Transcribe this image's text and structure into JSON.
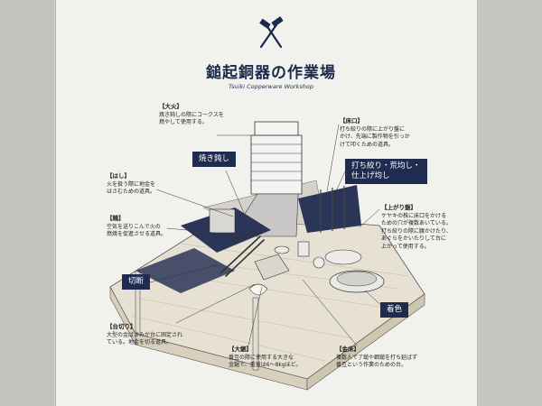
{
  "sign": {
    "title": "鎚起銅器の作業場",
    "subtitle": "Tsuiki Copperware Workshop",
    "logo_icon": "crossed-hammers-icon"
  },
  "labels": {
    "yakinamashi": "焼き鈍し",
    "uchishibori": "打ち絞り・荒均し・\n仕上げ均し",
    "setsudan": "切断",
    "chakushoku": "着色"
  },
  "annotations": {
    "ohi": {
      "head": "【大火】",
      "text": "焼き鈍しの際にコークスを\n燃やして使用する。"
    },
    "hashi": {
      "head": "【はし】",
      "text": "火を扱う際に地金を\nはさむための道具。"
    },
    "fuigo": {
      "head": "【鞴】",
      "text": "空気を送りこんで火の\n燃焼を促進させる道具。"
    },
    "daikiri": {
      "head": "【台切り】",
      "text": "大型の金ばさみが台に固定され\nている。地金を切る道具。"
    },
    "ookiri": {
      "head": "【大鋸】",
      "text": "番互の際に使用する大きな\n金鋸で、重量は6～8kgほど。"
    },
    "kanadoko": {
      "head": "【金床】",
      "text": "複数人で了鎚や鋼鎚を打ち延ばず\n番互という作業のための台。"
    },
    "tokoguchi": {
      "head": "【床口】",
      "text": "打ち絞りの際に上がり盤に\nかけ、先端に製作物を引っか\nけて叩くための道具。"
    },
    "agariban": {
      "head": "【上がり盤】",
      "text": "ケヤキの株に床口をかける\nための穴が複数あいている。\n打ち絞りの際に腰かけたり、\nあぐらをかいたりして台に\n上がって使用する。"
    }
  },
  "colors": {
    "navy": "#1f2c4f",
    "floor": "#e3ddd0",
    "board": "#f1f1ee"
  }
}
